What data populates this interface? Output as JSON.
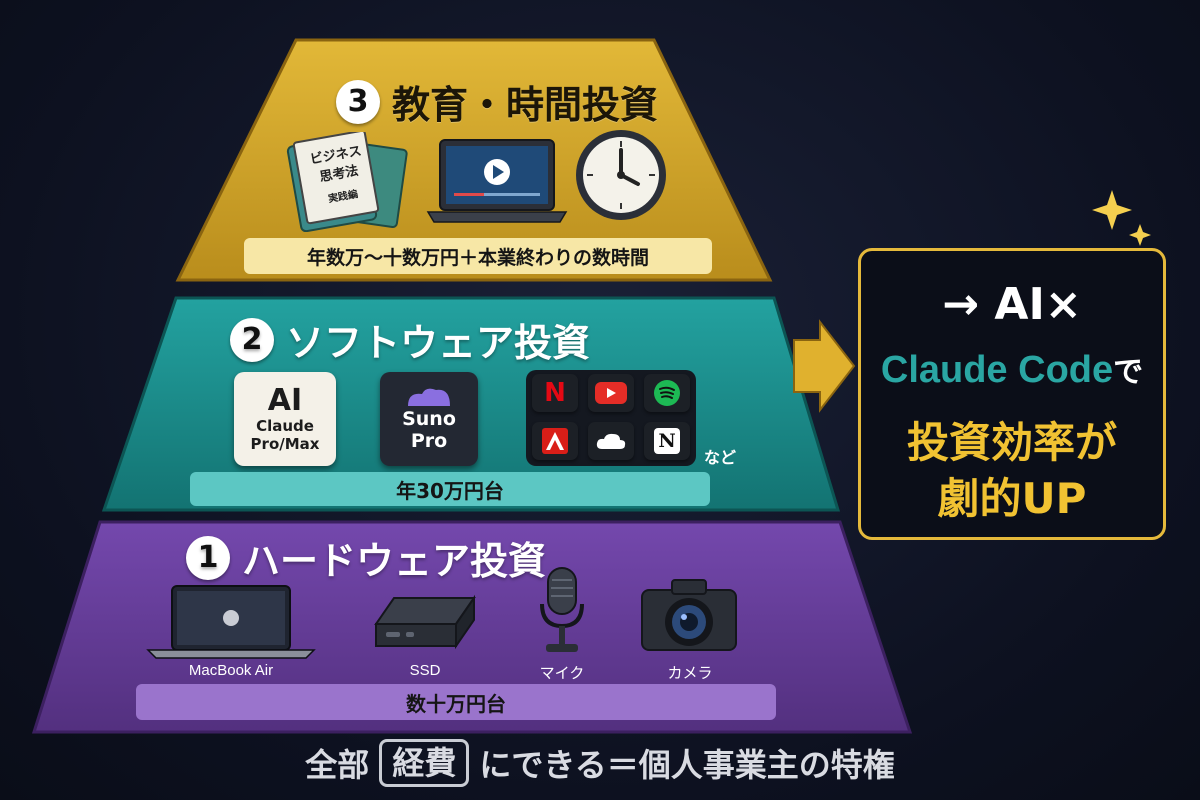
{
  "tiers": {
    "top": {
      "number": "3",
      "title": "教育・時間投資",
      "book_lines": [
        "ビジネス",
        "思考法",
        "実践編"
      ],
      "cost": "年数万〜十数万円＋本業終わりの数時間"
    },
    "middle": {
      "number": "2",
      "title": "ソフトウェア投資",
      "ai_card": {
        "line1": "AI",
        "line2": "Claude",
        "line3": "Pro/Max"
      },
      "suno_card": {
        "line1": "Suno",
        "line2": "Pro"
      },
      "app_glyphs": {
        "netflix": "N",
        "notion": "N"
      },
      "etc_label": "など",
      "cost": "年30万円台"
    },
    "bottom": {
      "number": "1",
      "title": "ハードウェア投資",
      "items": [
        "MacBook Air",
        "SSD",
        "マイク",
        "カメラ"
      ],
      "cost": "数十万円台"
    }
  },
  "result": {
    "line1": "→ AI×",
    "line2_main": "Claude Code",
    "line2_suffix": "で",
    "line3": "投資効率が",
    "line4": "劇的UP"
  },
  "footer": {
    "prefix": "全部",
    "boxed": "経費",
    "suffix": "にできる＝個人事業主の特権"
  },
  "colors": {
    "gold": "#d4a82a",
    "teal": "#1f9391",
    "purple": "#6a3fa0",
    "accent_yellow": "#f1c232",
    "claude_teal": "#2aa6a3"
  }
}
